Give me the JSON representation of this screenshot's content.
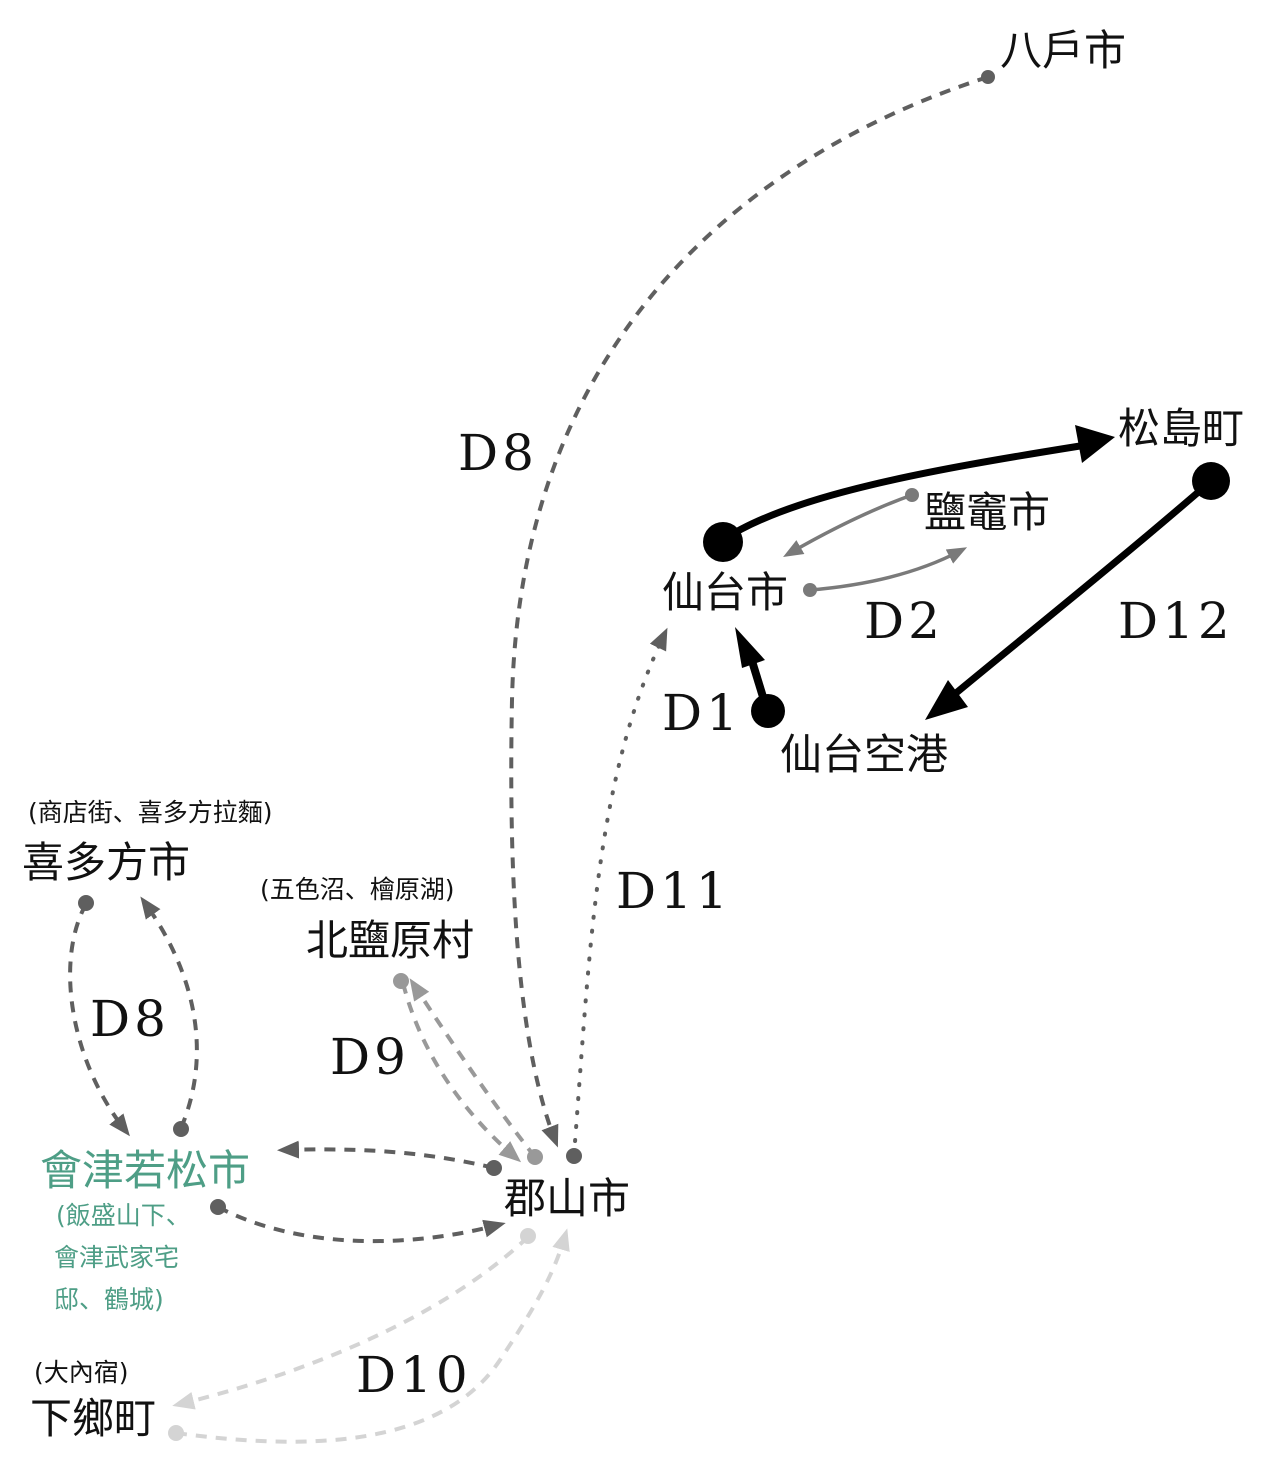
{
  "colors": {
    "primary_route": "#000000",
    "dark_route": "#5f5f5f",
    "mid_route": "#999999",
    "light_route": "#d4d4d4",
    "highlight_place": "#4e9e86"
  },
  "places": {
    "hachinohe": "八戶市",
    "matsushima": "松島町",
    "shiogama": "鹽竈市",
    "sendai": "仙台市",
    "sendai_airport": "仙台空港",
    "kitakata": "喜多方市",
    "kitakata_sub": "(商店街、喜多方拉麵)",
    "kitashiobara": "北鹽原村",
    "kitashiobara_sub": "(五色沼、檜原湖)",
    "aizu": "會津若松市",
    "aizu_sub_1": "(飯盛山下、",
    "aizu_sub_2": "會津武家宅",
    "aizu_sub_3": "邸、鶴城)",
    "koriyama": "郡山市",
    "shimogo": "下鄉町",
    "shimogo_sub": "(大內宿)"
  },
  "routes": [
    {
      "id": "D1",
      "label": "D1",
      "from": "仙台空港",
      "to": "仙台市",
      "style": "solid-bold"
    },
    {
      "id": "D2",
      "label": "D2",
      "from": "仙台市",
      "to": "鹽竈市",
      "style": "solid-gray",
      "round_trip": true
    },
    {
      "id": "D12",
      "label": "D12",
      "from": "松島町",
      "to": "仙台空港",
      "style": "solid-bold"
    },
    {
      "id": "D8a",
      "label": "D8",
      "from": "八戶市",
      "to": "郡山市",
      "style": "dashed-dark"
    },
    {
      "id": "D8b",
      "label": "D8",
      "from": "喜多方市",
      "to": "會津若松市",
      "style": "dashed-dark",
      "round_trip": true
    },
    {
      "id": "D9",
      "label": "D9",
      "from": "北鹽原村",
      "to": "郡山市",
      "style": "dashed-mid",
      "round_trip": true
    },
    {
      "id": "D10",
      "label": "D10",
      "from": "下鄉町",
      "to": "郡山市",
      "style": "dashed-light",
      "round_trip": true
    },
    {
      "id": "D11",
      "label": "D11",
      "from": "郡山市",
      "to": "仙台市",
      "style": "dotted-dark"
    },
    {
      "id": "aizu-koriyama",
      "label": "",
      "from": "會津若松市",
      "to": "郡山市",
      "style": "dashed-dark",
      "round_trip": true
    }
  ]
}
